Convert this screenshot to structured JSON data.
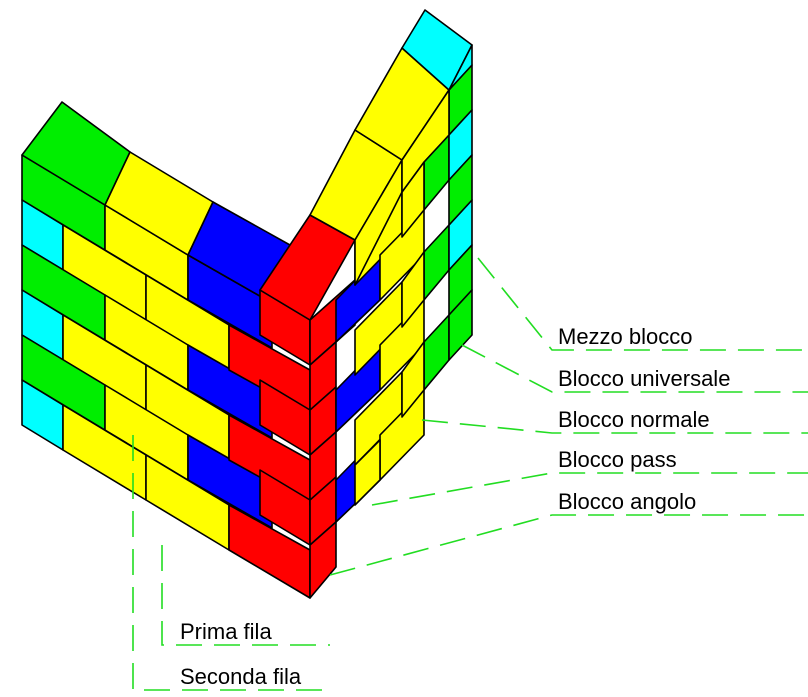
{
  "colors": {
    "mezzo_blocco": "#00ffff",
    "blocco_universale": "#00ee00",
    "blocco_normale": "#ffff00",
    "blocco_pass": "#0000ff",
    "blocco_angolo": "#ff0000",
    "leader": "#22dd22",
    "outline": "#000000"
  },
  "labels": {
    "mezzo_blocco": "Mezzo blocco",
    "blocco_universale": "Blocco universale",
    "blocco_normale": "Blocco normale",
    "blocco_pass": "Blocco pass",
    "blocco_angolo": "Blocco angolo",
    "prima_fila": "Prima fila",
    "seconda_fila": "Seconda fila"
  }
}
